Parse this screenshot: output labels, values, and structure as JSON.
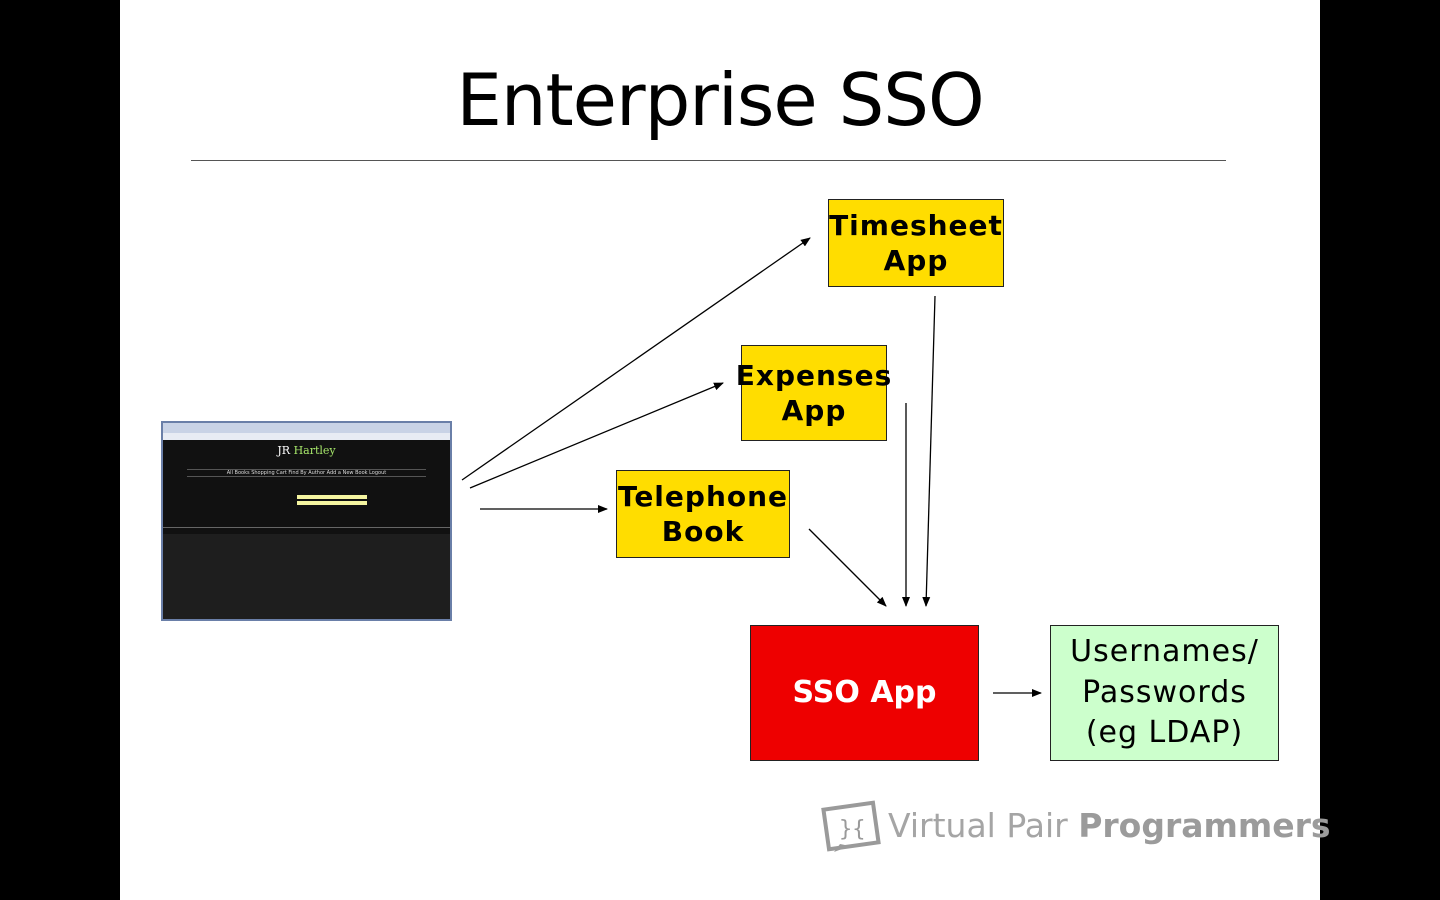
{
  "slide": {
    "title": "Enterprise SSO"
  },
  "diagram": {
    "timesheet": {
      "line1": "Timesheet",
      "line2": "App"
    },
    "expenses": {
      "line1": "Expenses",
      "line2": "App"
    },
    "telephone": {
      "line1": "Telephone",
      "line2": "Book"
    },
    "sso": {
      "label": "SSO App"
    },
    "users": {
      "line1": "Usernames/",
      "line2": "Passwords",
      "line3": "(eg LDAP)"
    }
  },
  "thumbnail": {
    "brand_first": "JR",
    "brand_second": "Hartley",
    "nav": "All Books   Shopping Cart   Find By Author   Add a New Book   Logout"
  },
  "colors": {
    "box_yellow": "#ffdd00",
    "box_red": "#ee0000",
    "box_green": "#ccffcc"
  },
  "logo": {
    "icon": "logo-icon",
    "text_light": "Virtual Pair ",
    "text_bold": "Programmers"
  }
}
